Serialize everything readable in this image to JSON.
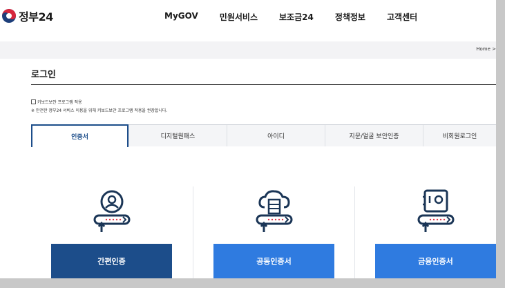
{
  "header": {
    "logo_text": "정부24",
    "nav": [
      "MyGOV",
      "민원서비스",
      "보조금24",
      "정책정보",
      "고객센터"
    ]
  },
  "breadcrumb": "Home >",
  "login": {
    "title": "로그인",
    "security_label": "키보드보안 프로그램 적용",
    "security_note": "※ 안전한 정부24 서비스 이용을 위해 키보드보안 프로그램 적용을 권장합니다."
  },
  "tabs": [
    {
      "label": "인증서",
      "active": true
    },
    {
      "label": "디지털원패스",
      "active": false
    },
    {
      "label": "아이디",
      "active": false
    },
    {
      "label": "지문/얼굴 보안인증",
      "active": false
    },
    {
      "label": "비회원로그인",
      "active": false
    }
  ],
  "cards": [
    {
      "label": "간편인증",
      "icon": "user-auth-icon",
      "color": "#1c4d8a"
    },
    {
      "label": "공동인증서",
      "icon": "cloud-server-cert-icon",
      "color": "#2f7be0"
    },
    {
      "label": "금융인증서",
      "icon": "safe-cert-icon",
      "color": "#2f7be0"
    }
  ],
  "colors": {
    "primary_dark": "#1c4d8a",
    "primary": "#2f7be0",
    "icon_navy": "#1a3556",
    "icon_red": "#e0334a"
  }
}
